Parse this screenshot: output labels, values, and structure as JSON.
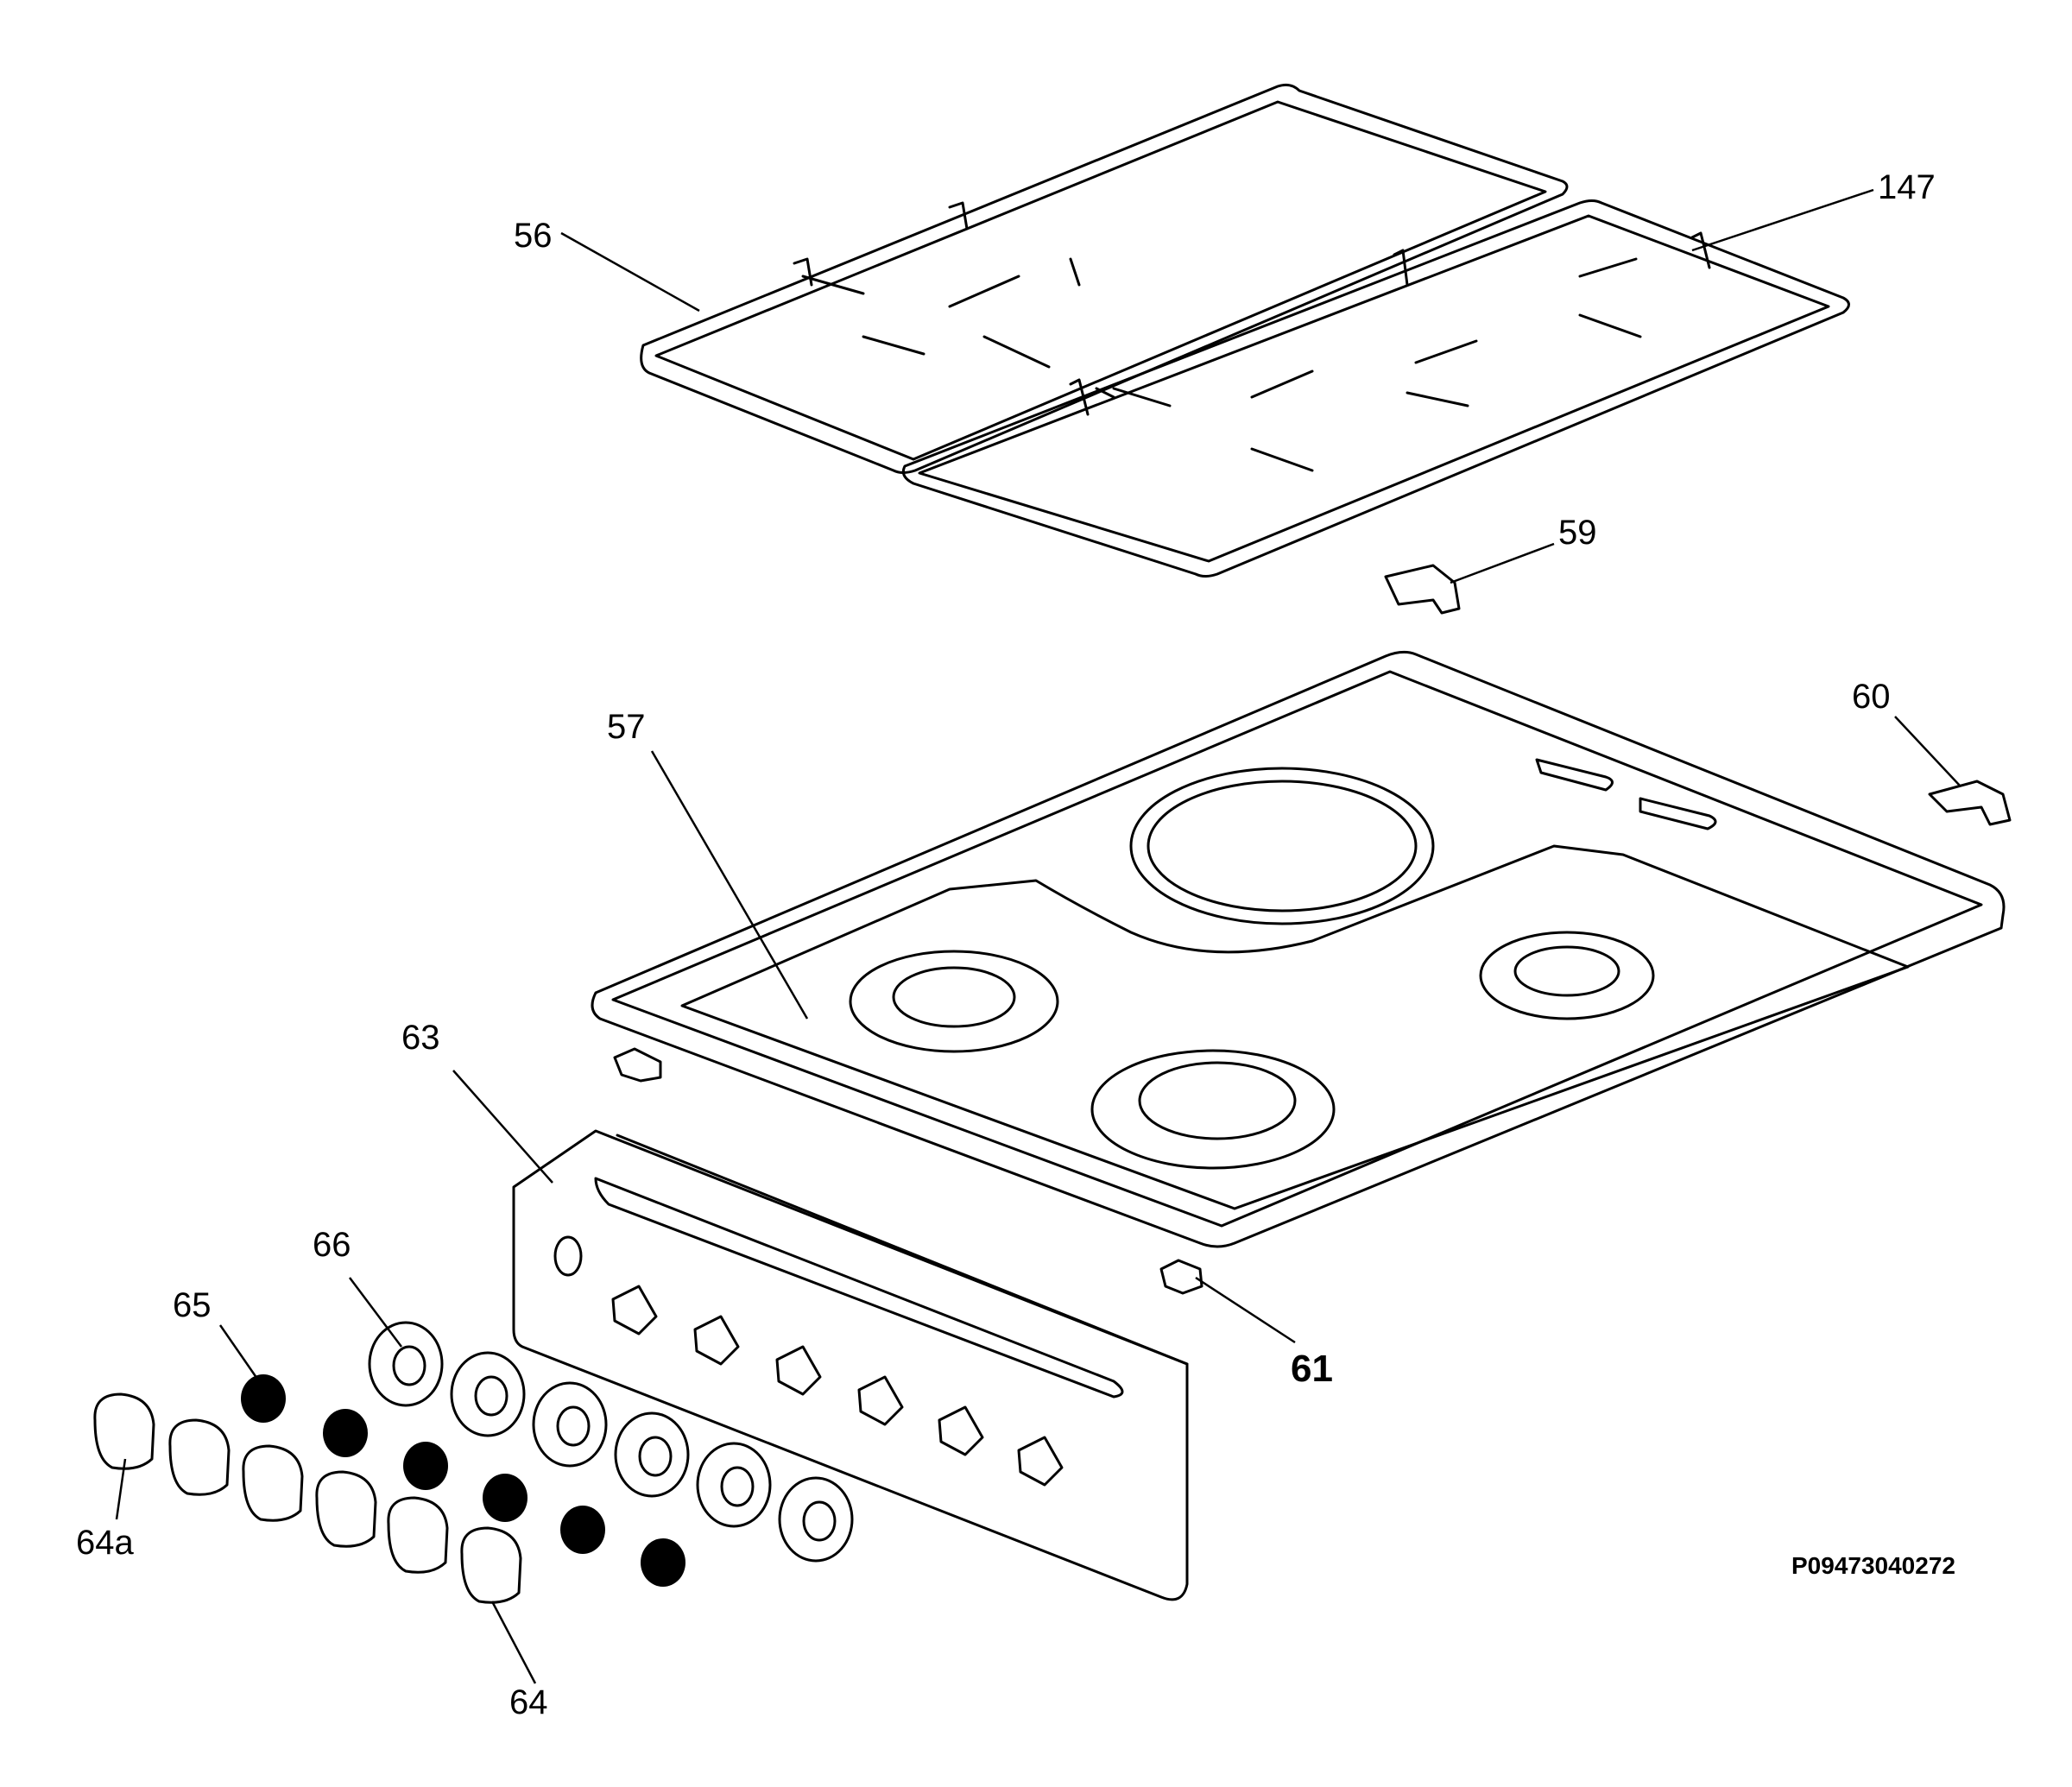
{
  "drawing_code": "P09473040272",
  "callouts": {
    "pan_support_left": "56",
    "pan_support_right": "147",
    "clip_59": "59",
    "hob_top": "57",
    "clip_60": "60",
    "control_panel": "63",
    "clip_61": "61",
    "knob_ring": "66",
    "knob_insert": "65",
    "knob_64a": "64a",
    "knob_64": "64"
  }
}
